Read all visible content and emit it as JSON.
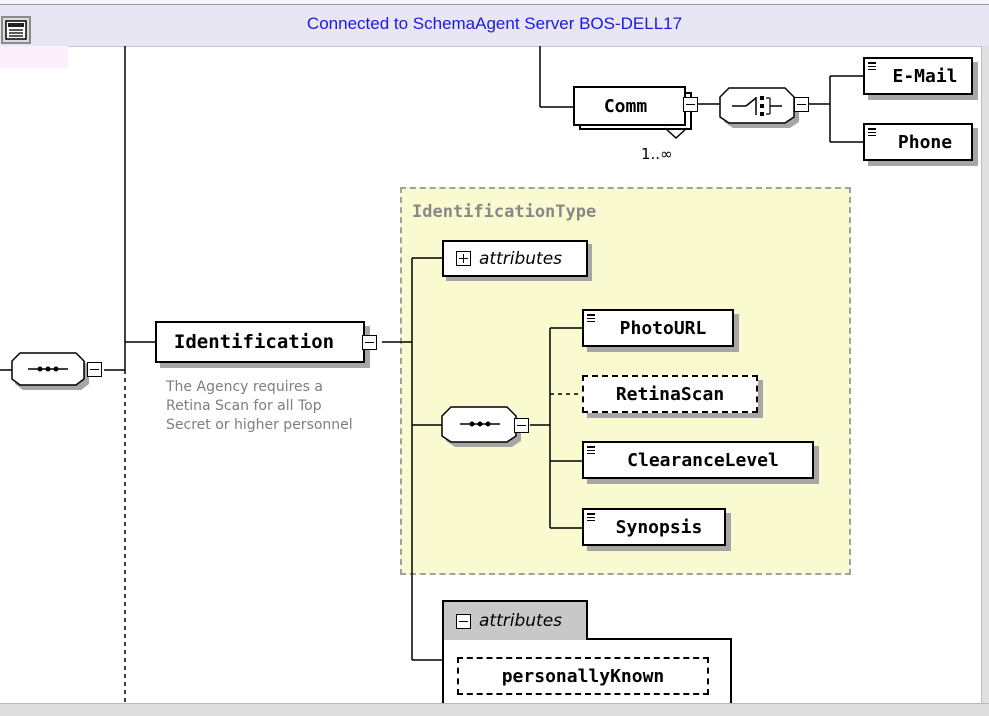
{
  "window": {
    "status_text": "Connected to SchemaAgent Server BOS-DELL17"
  },
  "toolbar": {
    "icon": "document-view-icon"
  },
  "diagram": {
    "complex_type_label": "IdentificationType",
    "annotation": {
      "line1": "The Agency requires a",
      "line2": "Retina Scan for all Top",
      "line3": "Secret or higher personnel"
    },
    "elements": {
      "identification": "Identification",
      "comm": "Comm",
      "email": "E-Mail",
      "phone": "Phone",
      "photo_url": "PhotoURL",
      "retina_scan": "RetinaScan",
      "clearance_level": "ClearanceLevel",
      "synopsis": "Synopsis",
      "personally_known": "personallyKnown"
    },
    "comm_multiplicity": "1..∞",
    "attributes_collapsed_label": "attributes",
    "attributes_expanded_label": "attributes",
    "compositors": {
      "left_sequence": "sequence",
      "inner_sequence": "sequence",
      "comm_choice": "choice"
    },
    "colors": {
      "complex_type_fill": "#fafad0",
      "status_text": "#1a1ae0",
      "annotation_text": "#7e7e7e"
    }
  }
}
